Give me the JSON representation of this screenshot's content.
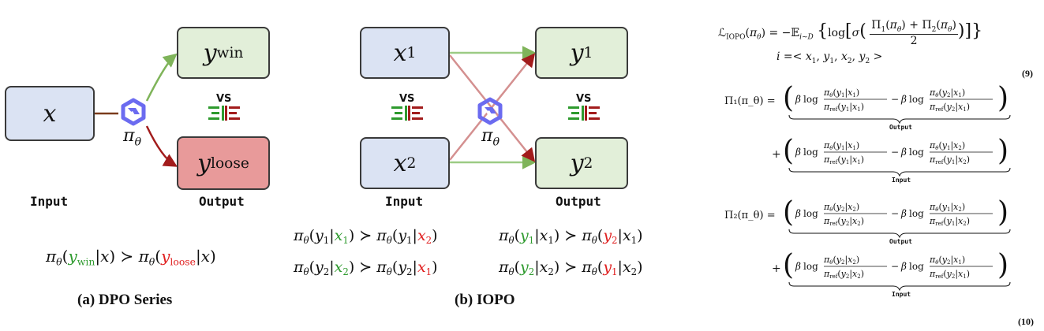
{
  "panel_a": {
    "input_node": "x",
    "win_node": "y",
    "win_sub": "win",
    "loose_node": "y",
    "loose_sub": "loose",
    "policy": "π",
    "policy_sub": "θ",
    "vs": "VS",
    "input_label": "Input",
    "output_label": "Output",
    "preference": {
      "lhs": "π",
      "theta": "θ",
      "y": "y",
      "win": "win",
      "x": "x",
      "succ": "≻",
      "loose": "loose"
    },
    "caption": "(a) DPO Series"
  },
  "panel_b": {
    "x1": "x",
    "x1_sub": "1",
    "x2": "x",
    "x2_sub": "2",
    "y1": "y",
    "y1_sub": "1",
    "y2": "y",
    "y2_sub": "2",
    "policy": "π",
    "policy_sub": "θ",
    "vs": "VS",
    "input_label": "Input",
    "output_label": "Output",
    "caption": "(b) IOPO"
  },
  "equations": {
    "loss_lhs": "ℒ",
    "loss_sub": "IOPO",
    "loss_rhs": "(π_θ) = −𝔼_{i∼D} { log[ σ( (Π₁(π_θ) + Π₂(π_θ)) / 2 ) ] }",
    "i_def": "i =< x₁, y₁, x₂, y₂ >",
    "eq9": "(9)",
    "pi1_lhs": "Π₁(π_θ) =",
    "pi2_lhs": "Π₂(π_θ) =",
    "output_label": "Output",
    "input_label": "Input",
    "eq10": "(10)"
  },
  "colors": {
    "blue_box": "#dbe3f3",
    "green_box": "#e2efd9",
    "red_box": "#e89a9a",
    "green_arrow": "#7fb45a",
    "red_arrow": "#a21c1c",
    "green_text": "#2e9a2e",
    "red_text": "#e02020",
    "logo": "#6b6bf0"
  }
}
